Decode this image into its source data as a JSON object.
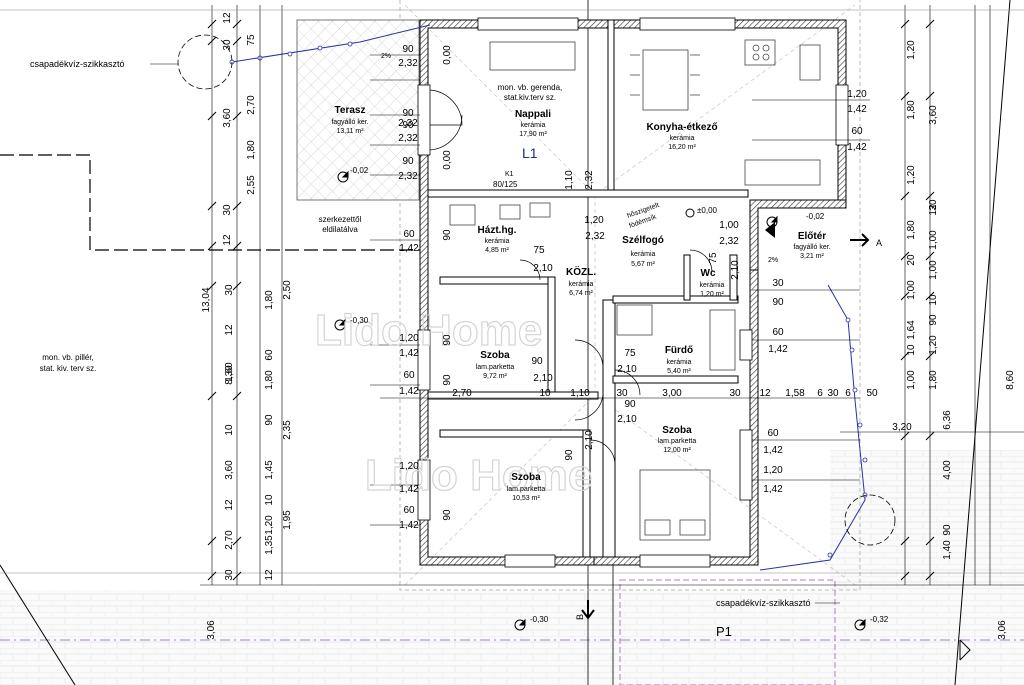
{
  "rooms": {
    "terasz": {
      "name": "Terasz",
      "material": "fagyálló ker.",
      "area": "13,11 m²"
    },
    "nappali": {
      "name": "Nappali",
      "material": "kerámia",
      "area": "17,90 m²"
    },
    "konyha": {
      "name": "Konyha-étkező",
      "material": "kerámia",
      "area": "16,20 m²"
    },
    "haztarto": {
      "name": "Házt.hg.",
      "material": "kerámia",
      "area": "4,85 m²"
    },
    "szelfogo": {
      "name": "Szélfogó",
      "material": "kerámia",
      "area": "5,67 m²"
    },
    "eloter": {
      "name": "Előtér",
      "material": "fagyálló ker.",
      "area": "3,21 m²"
    },
    "kozl": {
      "name": "KÖZL.",
      "material": "kerámia",
      "area": "6,74 m²"
    },
    "wc": {
      "name": "Wc",
      "material": "kerámia",
      "area": "1,20 m²"
    },
    "furdo": {
      "name": "Fürdő",
      "material": "kerámia",
      "area": "5,40 m²"
    },
    "szoba1": {
      "name": "Szoba",
      "material": "lam.parketta",
      "area": "9,72 m²"
    },
    "szoba2": {
      "name": "Szoba",
      "material": "lam.parketta",
      "area": "12,00 m²"
    },
    "szoba3": {
      "name": "Szoba",
      "material": "lam.parketta",
      "area": "10,53 m²"
    }
  },
  "labels": {
    "level": "L1",
    "parking": "P1",
    "section_a": "A",
    "section_b": "B",
    "gutter_left": "csapadékvíz-szikkasztó",
    "gutter_bottom": "csapadékvíz-szikkasztó",
    "beam_note_1": "mon. vb. gerenda,",
    "beam_note_2": "stat.kiv.terv sz.",
    "pillar_note_1": "mon. vb. pillér,",
    "pillar_note_2": "stat. kiv. terv sz.",
    "struct_note_1": "szerkezettől",
    "struct_note_2": "eldilatálva",
    "insulation_1": "hőszigetelt",
    "insulation_2": "födémsík",
    "watermark_1": "Lido Home",
    "watermark_2": "Lido Home"
  },
  "levels": {
    "terrace": "-0,02",
    "entrance": "-0,02",
    "zero": "±0,00",
    "left": "-0,30",
    "bottom": "-0,30",
    "right_bottom": "-0,32"
  },
  "slopes": {
    "terrace": "2%",
    "entry": "2%"
  },
  "window_sizes": {
    "bath_window_1": "K1",
    "bath_window_2": "80/125"
  },
  "dims": {
    "top_left_chain": [
      "12",
      "30",
      "3,60",
      "30",
      "12"
    ],
    "top_left_chain_2": [
      "75",
      "2,70",
      "1,80",
      "2,55"
    ],
    "left_outer": "13,04",
    "left_outer_2": "8,30",
    "left_chain": [
      "3,60",
      "30",
      "2,70",
      "30",
      "12",
      "1,60",
      "10",
      "3,60",
      "12",
      "2,70",
      "30"
    ],
    "left_chain_2": [
      "1,80",
      "60",
      "1,80",
      "90",
      "1,45",
      "10",
      "1,20",
      "1,35",
      "12"
    ],
    "left_chain_3": [
      "2,50",
      "2,35",
      "1,95"
    ],
    "right_outer": "8,60",
    "right_chain_1": [
      "1,20",
      "1,80",
      "1,20",
      "1,80",
      "20",
      "1,00",
      "1,64",
      "10",
      "1,00"
    ],
    "right_chain_2": [
      "3,60",
      "12",
      "30",
      "1,00",
      "1,00",
      "10",
      "90",
      "1,20",
      "1,80"
    ],
    "right_chain_3": [
      "6,36",
      "4,00",
      "90",
      "1,40"
    ],
    "sills": [
      "90",
      "2,32",
      "90",
      "2,32",
      "90",
      "2,32",
      "90",
      "2,32"
    ],
    "room_openings": [
      "60",
      "1,42",
      "1,20",
      "1,42",
      "60",
      "1,42",
      "1,20",
      "1,42",
      "60",
      "1,42"
    ],
    "center_chain": [
      "2,70",
      "10",
      "1,10",
      "30",
      "3,00",
      "30",
      "12",
      "1,58",
      "6",
      "30",
      "6",
      "50"
    ],
    "door_1": [
      "75",
      "2,10"
    ],
    "door_2": [
      "90",
      "2,10"
    ],
    "door_3": [
      "75",
      "2,10"
    ],
    "door_4": [
      "90",
      "2,10"
    ],
    "door_5": [
      "90",
      "2,10"
    ],
    "kitchen_right": [
      "1,20",
      "1,42",
      "60",
      "1,42"
    ],
    "bedroom_right": [
      "60",
      "1,42",
      "1,20",
      "1,42"
    ],
    "bath_right": [
      "30",
      "90",
      "60",
      "1,42"
    ],
    "hall_right": [
      "1,00",
      "2,32",
      "75",
      "2,10"
    ],
    "porch": [
      "1,20",
      "2,32"
    ],
    "porch_2": [
      "1,10",
      "2,32"
    ],
    "wall_vertical": [
      "0,00",
      "0,00",
      "90",
      "90",
      "90",
      "90"
    ],
    "corridor_x": "3,20",
    "bottom_left": "3,06",
    "bottom_right": "3,06"
  },
  "colors": {
    "wall": "#1a1a1a",
    "hatch": "#555555",
    "gutter_line": "#2b2fa6",
    "property_line": "#b07bc9",
    "level_text": "#1f2a8c"
  }
}
